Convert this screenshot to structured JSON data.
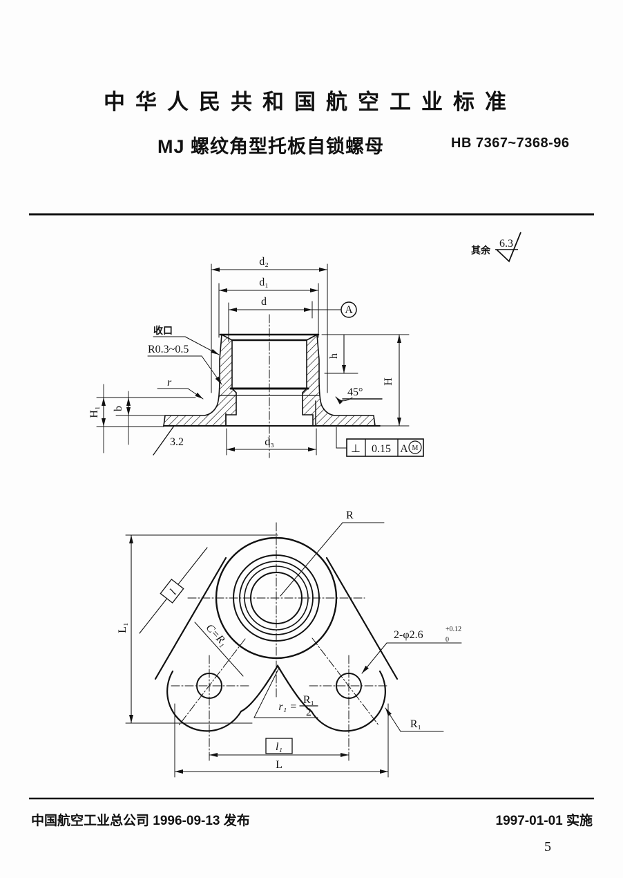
{
  "header": {
    "title": "中华人民共和国航空工业标准",
    "subtitle": "MJ 螺纹角型托板自锁螺母",
    "standard_code": "HB 7367~7368-96",
    "roughness_note": {
      "prefix": "其余",
      "value": "6.3"
    }
  },
  "section_view": {
    "callouts": {
      "crimp": "收口",
      "corner_radius": "R0.3~0.5",
      "fillet": "r",
      "base_roughness": "3.2",
      "angle": "45°"
    },
    "dims": {
      "d2": "d₂",
      "d1": "d₁",
      "d": "d",
      "d3": "d₃",
      "h": "h",
      "H": "H",
      "H1": "H₁",
      "b": "b"
    },
    "datum_label": "A",
    "tolerance_frame": {
      "symbol": "⊥",
      "value": "0.15",
      "datum": "A",
      "modifier": "M"
    }
  },
  "top_view": {
    "dims": {
      "R": "R",
      "R1": "R₁",
      "L": "L",
      "L1": "L₁",
      "l": "l",
      "l1": "l₁",
      "C": "C=R₁",
      "holes": "2-φ2.6",
      "tol_upper": "+0.12",
      "tol_lower": "0",
      "r1_lhs": "r₁ =",
      "r1_num": "R₁",
      "r1_den": "2"
    }
  },
  "footer": {
    "left": "中国航空工业总公司 1996-09-13 发布",
    "right": "1997-01-01 实施",
    "page_number": "5"
  }
}
